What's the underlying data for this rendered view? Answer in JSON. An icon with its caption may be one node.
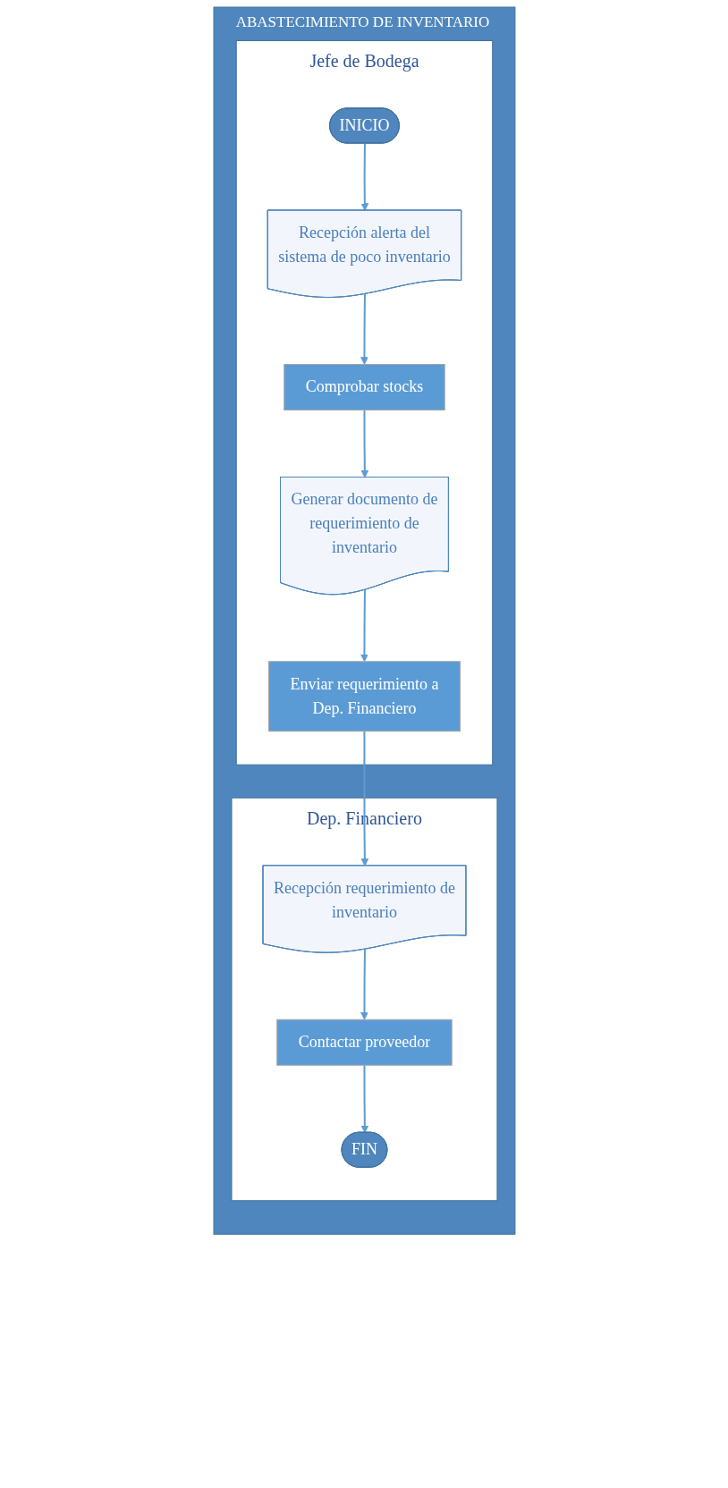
{
  "diagram": {
    "nodes": [
      {
        "text": [
          "ABASTECIMIENTO DE INVENTARIO"
        ]
      },
      {
        "text": [
          "Jefe de Bodega"
        ],
        "in": 0
      },
      {
        "text": [
          "Dep. Financiero"
        ],
        "in": 0
      },
      {
        "text": [
          "INICIO"
        ],
        "in": 1
      },
      {
        "text": [
          "Recepción alerta del sistema de poco inventario"
        ],
        "in": 1
      },
      {
        "text": [
          "Comprobar stocks"
        ],
        "in": 1
      },
      {
        "text": [
          "Generar documento de requerimiento de inventario"
        ],
        "in": 1
      },
      {
        "text": [
          "Enviar requerimiento a Dep. Financiero"
        ],
        "in": 1
      },
      {
        "text": [
          "Recepción requerimiento de inventario"
        ],
        "in": 2
      },
      {
        "text": [
          "Contactar proveedor"
        ],
        "in": 2
      },
      {
        "text": [
          "FIN"
        ],
        "in": 2
      }
    ],
    "edges": [
      {
        "from": 3,
        "to": 4,
        "arrow": "to"
      },
      {
        "from": 4,
        "to": 5,
        "arrow": "to"
      },
      {
        "from": 5,
        "to": 6,
        "arrow": "to"
      },
      {
        "from": 6,
        "to": 7,
        "arrow": "to"
      },
      {
        "from": 7,
        "to": 8,
        "arrow": "to"
      },
      {
        "from": 8,
        "to": 9,
        "arrow": "to"
      },
      {
        "from": 9,
        "to": 10,
        "arrow": "to"
      }
    ]
  }
}
